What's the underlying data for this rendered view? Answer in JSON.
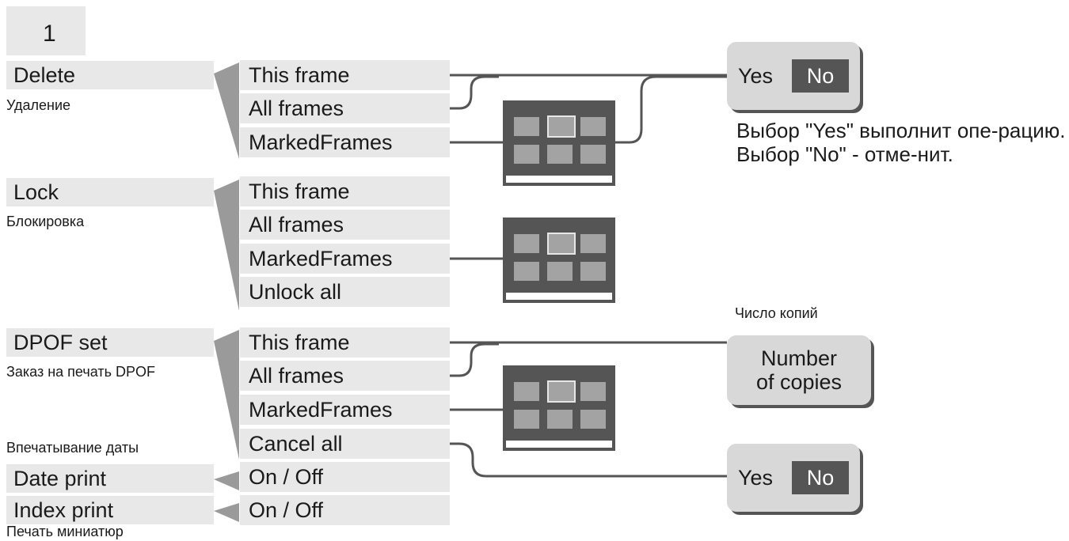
{
  "tab_label": "1",
  "sections": [
    {
      "label": "Delete",
      "caption": "Удаление",
      "options": [
        "This frame",
        "All frames",
        "MarkedFrames"
      ]
    },
    {
      "label": "Lock",
      "caption": "Блокировка",
      "options": [
        "This frame",
        "All frames",
        "MarkedFrames",
        "Unlock all"
      ]
    },
    {
      "label": "DPOF set",
      "caption": "Заказ на печать DPOF",
      "options": [
        "This frame",
        "All frames",
        "MarkedFrames",
        "Cancel all"
      ]
    },
    {
      "label": "Date print",
      "caption": "Впечатывание даты",
      "options": [
        "On / Off"
      ]
    },
    {
      "label": "Index print",
      "caption": "Печать миниатюр",
      "options": [
        "On / Off"
      ]
    }
  ],
  "confirm_dialog": {
    "yes": "Yes",
    "no": "No"
  },
  "confirm_note": "Выбор \"Yes\" выполнит опе-рацию. Выбор \"No\" - отме-нит.",
  "copies": {
    "caption": "Число копий",
    "label_line1": "Number",
    "label_line2": "of copies"
  },
  "colors": {
    "menu_bg": "#e8e8e8",
    "dark": "#555555",
    "dialog_bg": "#d8d8d8"
  }
}
